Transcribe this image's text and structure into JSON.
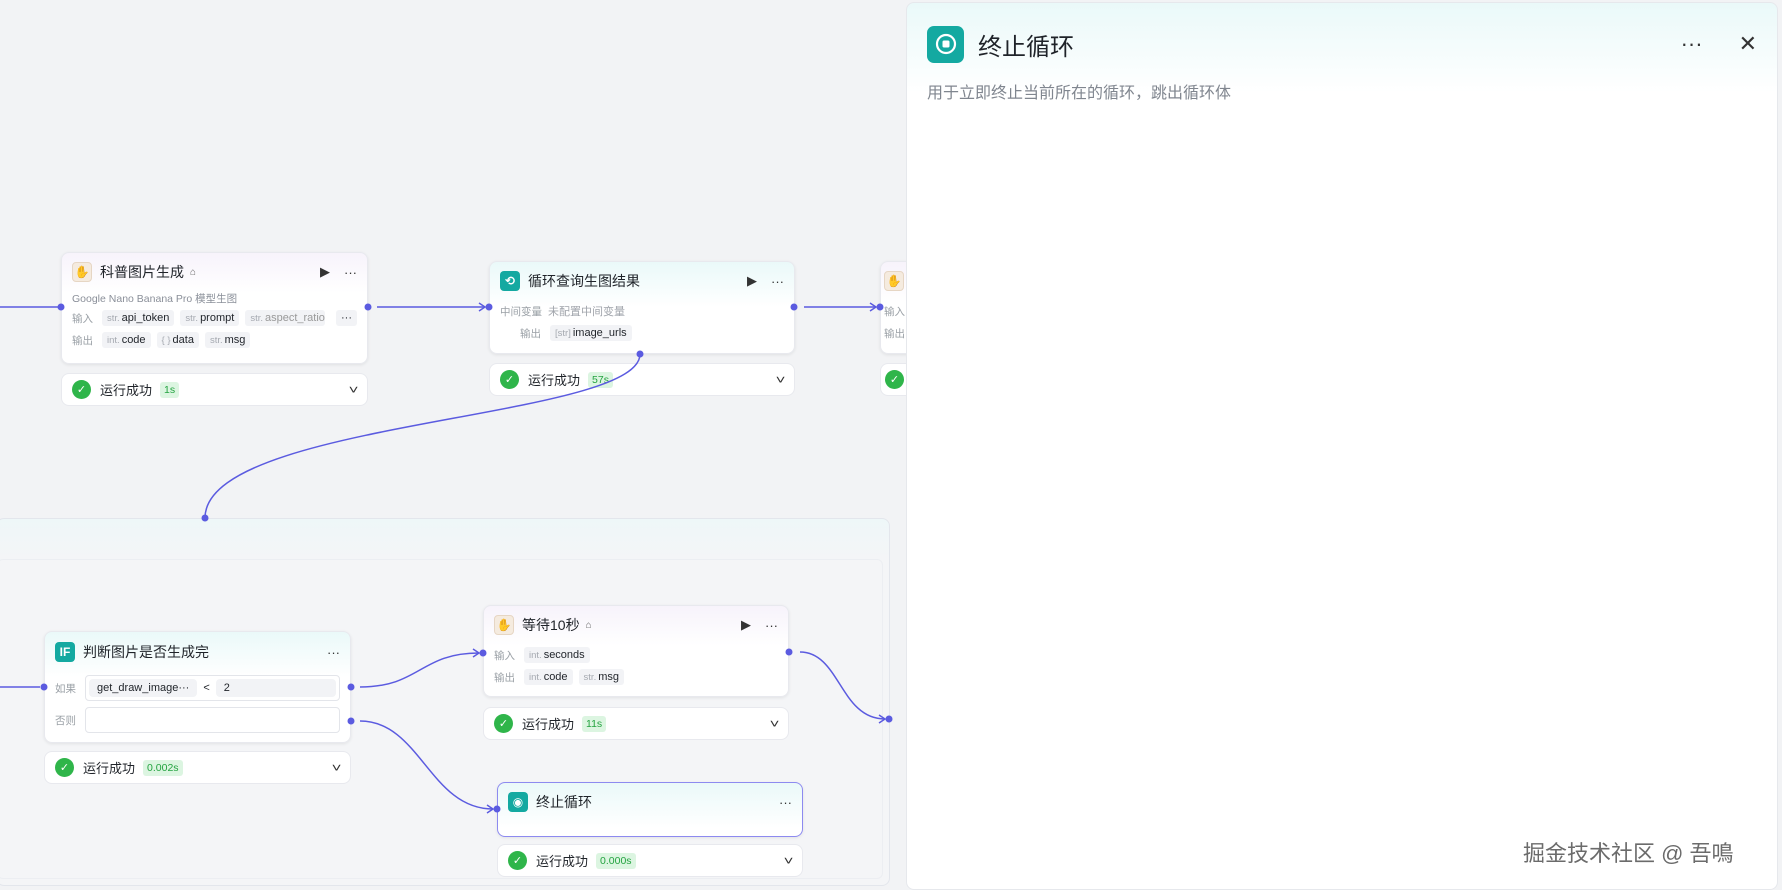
{
  "nodes": {
    "science_image": {
      "title": "科普图片生成",
      "desc": "Google Nano Banana Pro 模型生图",
      "input_label": "输入",
      "output_label": "输出",
      "inputs": [
        {
          "type": "str.",
          "name": "api_token"
        },
        {
          "type": "str.",
          "name": "prompt"
        },
        {
          "type": "str.",
          "name": "aspect_ratio"
        }
      ],
      "outputs": [
        {
          "type": "int.",
          "name": "code"
        },
        {
          "type": "{ }",
          "name": "data"
        },
        {
          "type": "str.",
          "name": "msg"
        }
      ],
      "status": "运行成功",
      "time": "1s"
    },
    "loop_query": {
      "title": "循环查询生图结果",
      "mid_label": "中间变量",
      "mid_value": "未配置中间变量",
      "output_label": "输出",
      "outputs": [
        {
          "type": "[str]",
          "name": "image_urls"
        }
      ],
      "status": "运行成功",
      "time": "57s"
    },
    "partial": {
      "input_label": "输入",
      "output_label": "输出"
    },
    "if_check": {
      "title": "判断图片是否生成完",
      "if_label": "如果",
      "else_label": "否则",
      "left": "get_draw_image···",
      "op": "<",
      "right": "2",
      "status": "运行成功",
      "time": "0.002s"
    },
    "wait": {
      "title": "等待10秒",
      "input_label": "输入",
      "output_label": "输出",
      "inputs": [
        {
          "type": "int.",
          "name": "seconds"
        }
      ],
      "outputs": [
        {
          "type": "int.",
          "name": "code"
        },
        {
          "type": "str.",
          "name": "msg"
        }
      ],
      "status": "运行成功",
      "time": "11s"
    },
    "stop_loop": {
      "title": "终止循环",
      "status": "运行成功",
      "time": "0.000s"
    }
  },
  "panel": {
    "title": "终止循环",
    "description": "用于立即终止当前所在的循环，跳出循环体"
  },
  "watermark": "掘金技术社区 @ 吾鳴",
  "colors": {
    "edge": "#5b5be0",
    "accent": "#14a9a1",
    "success": "#2fb54a"
  }
}
